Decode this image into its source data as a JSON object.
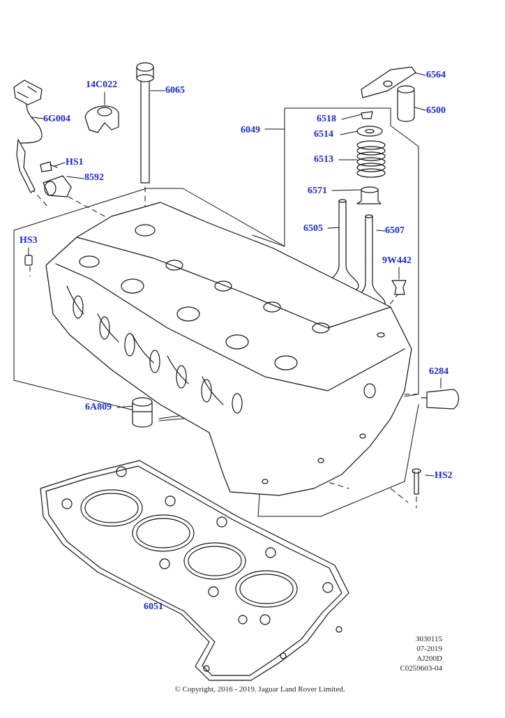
{
  "diagram": {
    "accent_color": "#1a2bc8",
    "callouts": {
      "c14C022": "14C022",
      "c6065": "6065",
      "c6G004": "6G004",
      "cHS1": "HS1",
      "c8592": "8592",
      "cHS3": "HS3",
      "c6564": "6564",
      "c6500": "6500",
      "c6518": "6518",
      "c6514": "6514",
      "c6049": "6049",
      "c6513": "6513",
      "c6571": "6571",
      "c6505": "6505",
      "c6507": "6507",
      "c9W442": "9W442",
      "c6284": "6284",
      "c6A809": "6A809",
      "cHS2": "HS2",
      "c6051": "6051"
    },
    "reference_block": {
      "line1": "3030115",
      "line2": "07-2019",
      "line3": "AJ200D",
      "line4": "C0259603-04"
    },
    "copyright": "© Copyright, 2016 - 2019. Jaguar Land Rover Limited."
  }
}
